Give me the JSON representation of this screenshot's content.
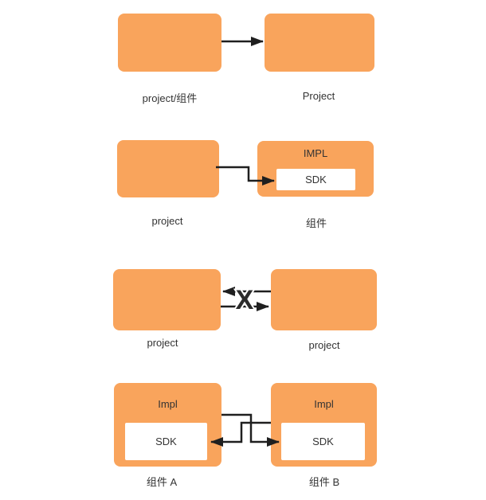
{
  "page": {
    "background": "#FFFFFF"
  },
  "diagram": {
    "colors": {
      "box_fill": "#F9A45C",
      "inner_box_fill": "#FFFFFF",
      "arrow": "#1F1F1F",
      "text": "#333333"
    },
    "cross_symbol": "X",
    "rows": [
      {
        "connector": "single-arrow-left-to-right",
        "left": {
          "label": "project/组件"
        },
        "right": {
          "label": "Project"
        }
      },
      {
        "connector": "stepped-arrow-into-sdk",
        "left": {
          "label": "project"
        },
        "right": {
          "label": "组件",
          "title": "IMPL",
          "inner_label": "SDK"
        }
      },
      {
        "connector": "bidirectional-arrows-crossed-out",
        "left": {
          "label": "project"
        },
        "right": {
          "label": "project"
        }
      },
      {
        "connector": "impl-to-sdk-crossing-arrows",
        "left": {
          "label": "组件 A",
          "title": "Impl",
          "inner_label": "SDK"
        },
        "right": {
          "label": "组件 B",
          "title": "Impl",
          "inner_label": "SDK"
        }
      }
    ]
  }
}
